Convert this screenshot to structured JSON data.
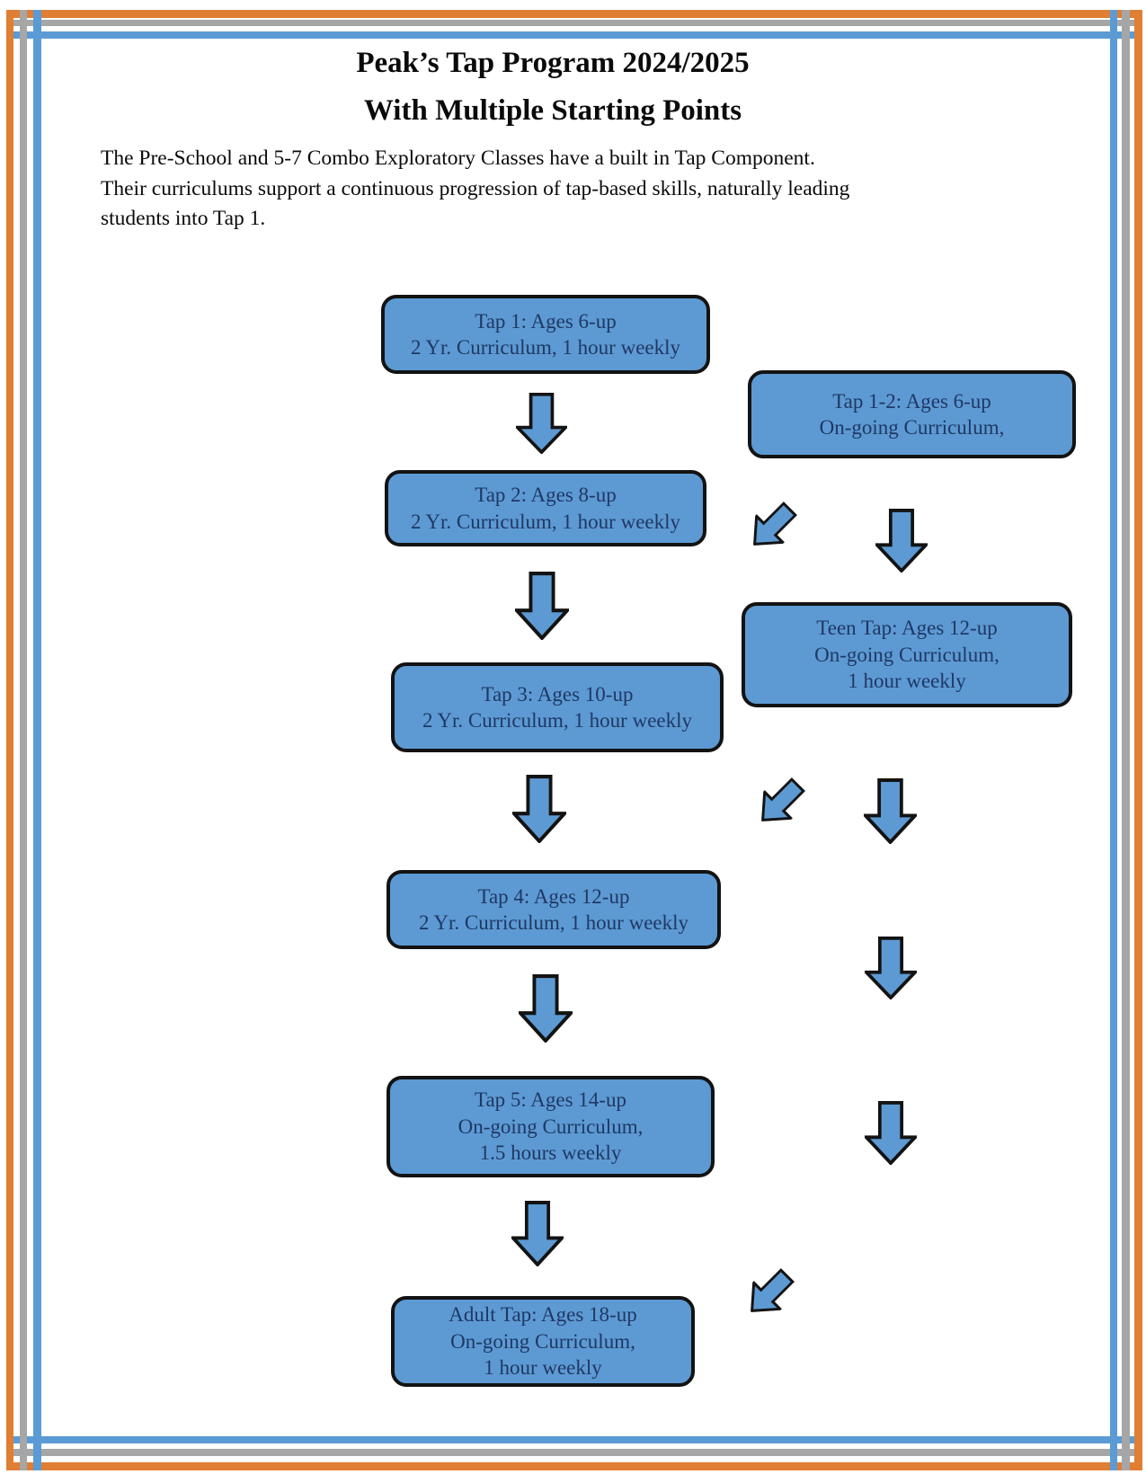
{
  "document": {
    "title_line1": "Peak’s Tap Program 2024/2025",
    "title_line2": "With Multiple Starting Points",
    "intro_lines": [
      "The Pre-School and 5-7 Combo Exploratory Classes have a built in Tap Component.",
      "Their curriculums support a continuous progression of tap-based skills, naturally leading",
      "students into Tap 1."
    ]
  },
  "colors": {
    "border_orange": "#E07E33",
    "border_gray": "#A6A6A6",
    "accent_blue": "#5B9BD5",
    "box_fill": "#5D9AD3",
    "box_outline": "#131313",
    "box_text_navy": "#1F3864"
  },
  "flowchart": {
    "boxes": [
      {
        "id": "tap-1",
        "lines": [
          "Tap 1: Ages 6-up",
          "2 Yr. Curriculum, 1 hour weekly"
        ]
      },
      {
        "id": "tap-1-2",
        "lines": [
          "Tap 1-2: Ages 6-up",
          "On-going Curriculum,"
        ]
      },
      {
        "id": "tap-2",
        "lines": [
          "Tap 2: Ages 8-up",
          "2 Yr. Curriculum, 1 hour weekly"
        ]
      },
      {
        "id": "teen-tap",
        "lines": [
          "Teen Tap: Ages 12-up",
          "On-going Curriculum,",
          "1 hour weekly"
        ]
      },
      {
        "id": "tap-3",
        "lines": [
          "Tap 3: Ages 10-up",
          "2 Yr. Curriculum, 1 hour weekly"
        ]
      },
      {
        "id": "tap-4",
        "lines": [
          "Tap 4: Ages 12-up",
          "2 Yr. Curriculum, 1 hour weekly"
        ]
      },
      {
        "id": "tap-5",
        "lines": [
          "Tap 5: Ages 14-up",
          "On-going Curriculum,",
          "1.5 hours weekly"
        ]
      },
      {
        "id": "adult-tap",
        "lines": [
          "Adult Tap: Ages 18-up",
          "On-going Curriculum,",
          "1 hour weekly"
        ]
      }
    ]
  }
}
